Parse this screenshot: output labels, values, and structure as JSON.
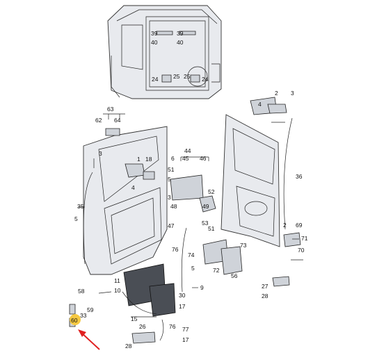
{
  "callouts": [
    {
      "id": "c39a",
      "text": "39"
    },
    {
      "id": "c40a",
      "text": "40"
    },
    {
      "id": "c39b",
      "text": "39"
    },
    {
      "id": "c40b",
      "text": "40"
    },
    {
      "id": "c24a",
      "text": "24"
    },
    {
      "id": "c25a",
      "text": "25"
    },
    {
      "id": "c25b",
      "text": "25"
    },
    {
      "id": "c24b",
      "text": "24"
    },
    {
      "id": "c63",
      "text": "63"
    },
    {
      "id": "c64",
      "text": "64"
    },
    {
      "id": "c62",
      "text": "62"
    },
    {
      "id": "c3a",
      "text": "3"
    },
    {
      "id": "c1",
      "text": "1"
    },
    {
      "id": "c18",
      "text": "18"
    },
    {
      "id": "c4a",
      "text": "4"
    },
    {
      "id": "c44",
      "text": "44"
    },
    {
      "id": "c6",
      "text": "6"
    },
    {
      "id": "c45",
      "text": "45"
    },
    {
      "id": "c46",
      "text": "46"
    },
    {
      "id": "c51",
      "text": "51"
    },
    {
      "id": "c5a",
      "text": "5"
    },
    {
      "id": "c52",
      "text": "52"
    },
    {
      "id": "c3b",
      "text": "3"
    },
    {
      "id": "c48",
      "text": "48"
    },
    {
      "id": "c49",
      "text": "49"
    },
    {
      "id": "c35",
      "text": "35"
    },
    {
      "id": "c5b",
      "text": "5"
    },
    {
      "id": "c47",
      "text": "47"
    },
    {
      "id": "c53",
      "text": "53"
    },
    {
      "id": "c51b",
      "text": "51"
    },
    {
      "id": "c2a",
      "text": "2"
    },
    {
      "id": "c3c",
      "text": "3"
    },
    {
      "id": "c4b",
      "text": "4"
    },
    {
      "id": "c36",
      "text": "36"
    },
    {
      "id": "c2b",
      "text": "2"
    },
    {
      "id": "c69",
      "text": "69"
    },
    {
      "id": "c71",
      "text": "71"
    },
    {
      "id": "c70",
      "text": "70"
    },
    {
      "id": "c76",
      "text": "76"
    },
    {
      "id": "c73",
      "text": "73"
    },
    {
      "id": "c74",
      "text": "74"
    },
    {
      "id": "c5c",
      "text": "5"
    },
    {
      "id": "c72",
      "text": "72"
    },
    {
      "id": "c56",
      "text": "56"
    },
    {
      "id": "c11",
      "text": "11"
    },
    {
      "id": "c58",
      "text": "58"
    },
    {
      "id": "c10",
      "text": "10"
    },
    {
      "id": "c30",
      "text": "30"
    },
    {
      "id": "c9",
      "text": "9"
    },
    {
      "id": "c17a",
      "text": "17"
    },
    {
      "id": "c59",
      "text": "59"
    },
    {
      "id": "c33",
      "text": "33"
    },
    {
      "id": "c60",
      "text": "60"
    },
    {
      "id": "c15",
      "text": "15"
    },
    {
      "id": "c26",
      "text": "26"
    },
    {
      "id": "c76b",
      "text": "76"
    },
    {
      "id": "c77",
      "text": "77"
    },
    {
      "id": "c17b",
      "text": "17"
    },
    {
      "id": "c28a",
      "text": "28"
    },
    {
      "id": "c27",
      "text": "27"
    },
    {
      "id": "c28b",
      "text": "28"
    }
  ],
  "highlight_color": "#f5c842",
  "arrow_color": "#e02020"
}
